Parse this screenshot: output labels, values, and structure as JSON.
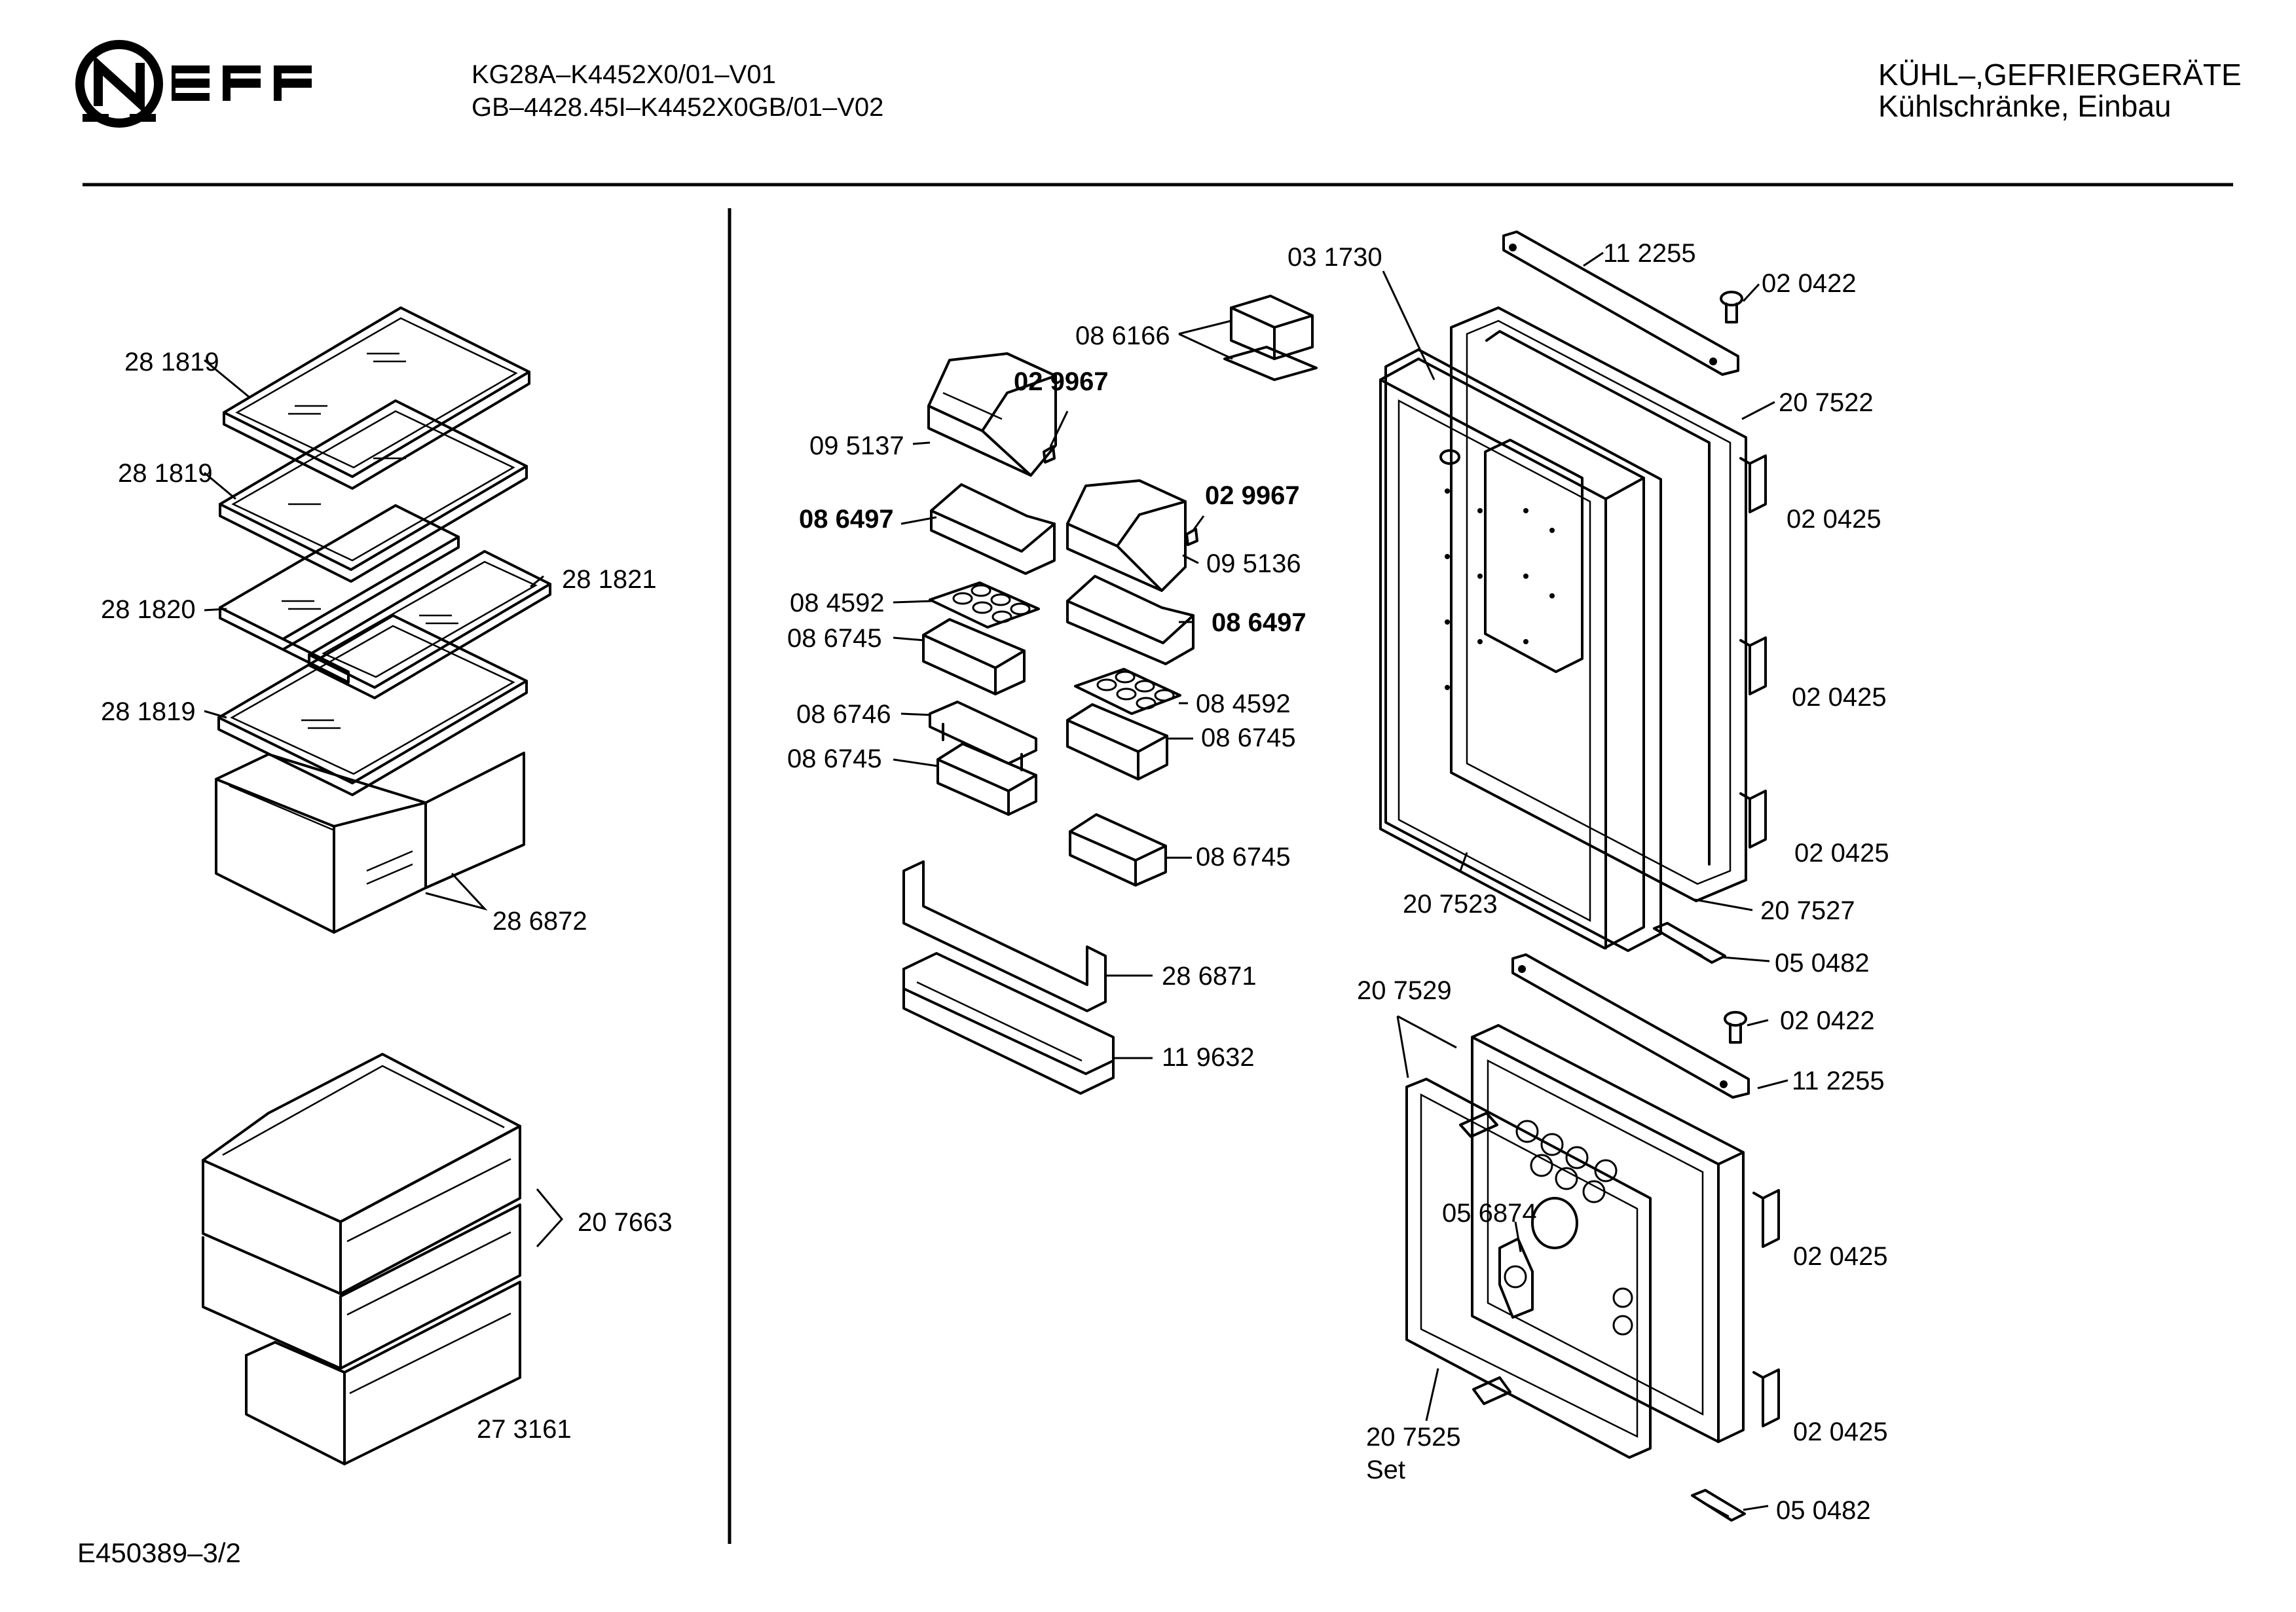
{
  "header": {
    "brand": "NEFF",
    "model_line_1": "KG28A–K4452X0/01–V01",
    "model_line_2": "GB–4428.45I–K4452X0GB/01–V02",
    "category_line_1": "KÜHL–,GEFRIERGERÄTE",
    "category_line_2": "Kühlschränke, Einbau"
  },
  "footer": {
    "drawing_number": "E450389–3/2"
  },
  "labels": {
    "shelf_top": "28 1819",
    "shelf_2": "28 1819",
    "shelf_split_left": "28 1820",
    "shelf_split_right": "28 1821",
    "shelf_bottom": "28 1819",
    "crisper": "28 6872",
    "freezer_drawer": "20 7663",
    "freezer_drawer_bottom": "27 3161",
    "butter_lid": "08 6166",
    "pin_1": "02 9967",
    "bin_left": "09 5137",
    "shelf_left": "08 6497",
    "pin_2": "02 9967",
    "bin_right": "09 5136",
    "shelf_right": "08 6497",
    "egg_tray_1": "08 4592",
    "egg_holder_1": "08 6745",
    "bottle_holder": "08 6746",
    "egg_holder_2": "08 6745",
    "egg_tray_2": "08 4592",
    "egg_holder_3": "08 6745",
    "small_tray": "08 6745",
    "bottle_shelf_guard": "28 6871",
    "bottle_shelf": "11 9632",
    "door_seal_top": "03 1730",
    "hinge_bar_top": "11 2255",
    "screw_top": "02 0422",
    "door_frame_top": "20 7522",
    "clip_1": "02 0425",
    "clip_2": "02 0425",
    "clip_3": "02 0425",
    "door_inner_top": "20 7523",
    "door_outer_top": "20 7527",
    "bracket_top": "05 0482",
    "freezer_door_frame": "20 7529",
    "screw_bottom": "02 0422",
    "hinge_bar_bottom": "11 2255",
    "thermostat": "05 6874",
    "clip_4": "02 0425",
    "clip_5": "02 0425",
    "seal_set": "20 7525",
    "seal_set_note": "Set",
    "bracket_bottom": "05 0482"
  }
}
